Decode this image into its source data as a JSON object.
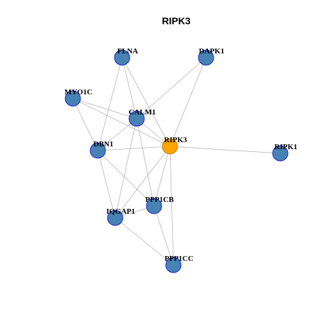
{
  "title": "RIPK3",
  "colors": {
    "center_node_fill": "#FFA500",
    "center_node_stroke": "#B8860B",
    "node_fill": "#4682B4",
    "node_stroke": "#2222CC",
    "edge": "#B4B4B4"
  },
  "nodes": [
    {
      "id": "FLNA",
      "label": "FLNA",
      "center": false
    },
    {
      "id": "DAPK1",
      "label": "DAPK1",
      "center": false
    },
    {
      "id": "MYO1C",
      "label": "MYO1C",
      "center": false
    },
    {
      "id": "CALM1",
      "label": "CALM1",
      "center": false
    },
    {
      "id": "RIPK3",
      "label": "RIPK3",
      "center": true
    },
    {
      "id": "RIPK1",
      "label": "RIPK1",
      "center": false
    },
    {
      "id": "DBN1",
      "label": "DBN1",
      "center": false
    },
    {
      "id": "PPP1CB",
      "label": "PPP1CB",
      "center": false
    },
    {
      "id": "IQGAP1",
      "label": "IQGAP1",
      "center": false
    },
    {
      "id": "PPP1CC",
      "label": "PPP1CC",
      "center": false
    }
  ],
  "edges": [
    [
      "FLNA",
      "CALM1"
    ],
    [
      "FLNA",
      "RIPK3"
    ],
    [
      "FLNA",
      "DBN1"
    ],
    [
      "DAPK1",
      "CALM1"
    ],
    [
      "DAPK1",
      "RIPK3"
    ],
    [
      "MYO1C",
      "CALM1"
    ],
    [
      "MYO1C",
      "RIPK3"
    ],
    [
      "MYO1C",
      "DBN1"
    ],
    [
      "CALM1",
      "RIPK3"
    ],
    [
      "CALM1",
      "DBN1"
    ],
    [
      "CALM1",
      "PPP1CB"
    ],
    [
      "CALM1",
      "IQGAP1"
    ],
    [
      "RIPK3",
      "RIPK1"
    ],
    [
      "RIPK3",
      "DBN1"
    ],
    [
      "RIPK3",
      "PPP1CB"
    ],
    [
      "RIPK3",
      "IQGAP1"
    ],
    [
      "RIPK3",
      "PPP1CC"
    ],
    [
      "DBN1",
      "PPP1CB"
    ],
    [
      "DBN1",
      "IQGAP1"
    ],
    [
      "PPP1CB",
      "IQGAP1"
    ],
    [
      "PPP1CB",
      "PPP1CC"
    ],
    [
      "IQGAP1",
      "PPP1CC"
    ]
  ]
}
